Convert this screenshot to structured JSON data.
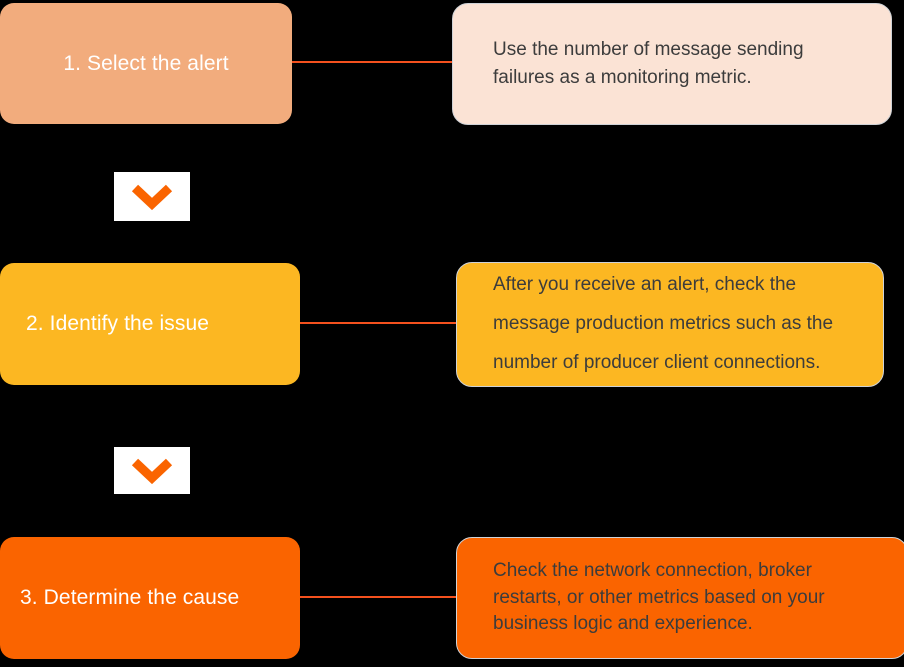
{
  "diagram": {
    "title": "Alert handling three-step flow",
    "background_color": "#000000",
    "connector_color": "#f4511e",
    "arrow_icon_color": "#fa6400"
  },
  "steps": [
    {
      "id": "step-1",
      "label": "1. Select the alert",
      "box_color": "#f2ac7d",
      "label_text_color": "#ffffff",
      "description_color": "#fbe3d5",
      "description": "Use the number of message sending failures as a monitoring metric.",
      "description_lines": [
        "Use the number of message sending",
        "failures as a monitoring metric."
      ]
    },
    {
      "id": "step-2",
      "label": "2. Identify the issue",
      "box_color": "#fcb722",
      "label_text_color": "#ffffff",
      "description_color": "#fcb722",
      "description": "After you receive an alert, check the message production metrics such as the number of producer client connections.",
      "description_lines": [
        "After you receive an alert, check the",
        "message production metrics such as the",
        "number of producer client connections."
      ]
    },
    {
      "id": "step-3",
      "label": "3. Determine the cause",
      "box_color": "#fa6400",
      "label_text_color": "#ffffff",
      "description_color": "#fa6400",
      "description": "Check the network connection, broker restarts, or other metrics based on your business logic and experience.",
      "description_lines": [
        "Check the network connection, broker",
        "restarts, or other metrics based on your",
        "business logic and experience."
      ]
    }
  ],
  "arrows": [
    {
      "id": "arrow-1",
      "icon": "chevron-down-icon",
      "between": "step-1 to step-2"
    },
    {
      "id": "arrow-2",
      "icon": "chevron-down-icon",
      "between": "step-2 to step-3"
    }
  ]
}
